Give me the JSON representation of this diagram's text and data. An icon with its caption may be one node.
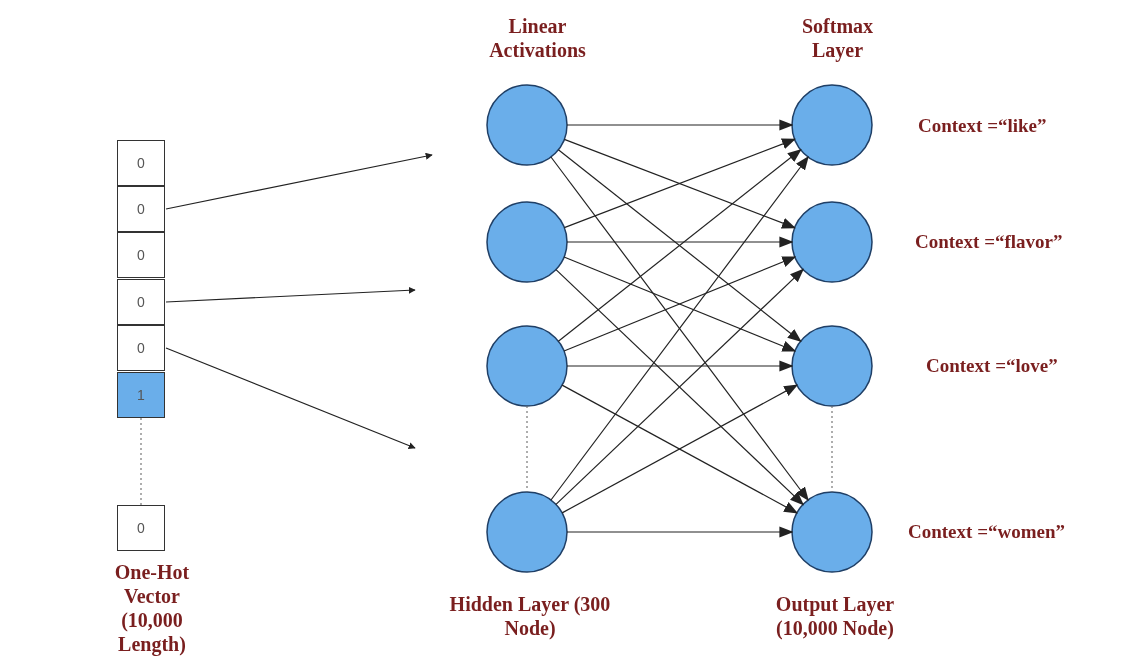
{
  "diagram": {
    "nodes": [
      {
        "text": [
          "0"
        ]
      },
      {
        "text": [
          "0"
        ]
      },
      {
        "text": [
          "0"
        ]
      },
      {
        "text": [
          "0"
        ]
      },
      {
        "text": [
          "0"
        ]
      },
      {
        "text": [
          "1"
        ]
      },
      {
        "text": [
          "0"
        ]
      },
      {
        "text": [],
        "shape": "circle"
      },
      {
        "text": [],
        "shape": "circle"
      },
      {
        "text": [],
        "shape": "circle"
      },
      {
        "text": [],
        "shape": "circle"
      },
      {
        "text": [],
        "shape": "circle",
        "beside": [
          "Context =“like”"
        ]
      },
      {
        "text": [],
        "shape": "circle",
        "beside": [
          "Context =“flavor”"
        ]
      },
      {
        "text": [],
        "shape": "circle",
        "beside": [
          "Context =“love”"
        ]
      },
      {
        "text": [],
        "shape": "circle",
        "beside": [
          "Context =“women”"
        ]
      }
    ],
    "edges": [
      {
        "from": 1,
        "to": null,
        "arrow": "to"
      },
      {
        "from": 3,
        "to": null,
        "arrow": "to"
      },
      {
        "from": 4,
        "to": null,
        "arrow": "to"
      },
      {
        "from": 7,
        "to": 11,
        "arrow": "to"
      },
      {
        "from": 7,
        "to": 12,
        "arrow": "to"
      },
      {
        "from": 7,
        "to": 13,
        "arrow": "to"
      },
      {
        "from": 7,
        "to": 14,
        "arrow": "to"
      },
      {
        "from": 8,
        "to": 11,
        "arrow": "to"
      },
      {
        "from": 8,
        "to": 12,
        "arrow": "to"
      },
      {
        "from": 8,
        "to": 13,
        "arrow": "to"
      },
      {
        "from": 8,
        "to": 14,
        "arrow": "to"
      },
      {
        "from": 9,
        "to": 11,
        "arrow": "to"
      },
      {
        "from": 9,
        "to": 12,
        "arrow": "to"
      },
      {
        "from": 9,
        "to": 13,
        "arrow": "to"
      },
      {
        "from": 9,
        "to": 14,
        "arrow": "to"
      },
      {
        "from": 10,
        "to": 11,
        "arrow": "to"
      },
      {
        "from": 10,
        "to": 12,
        "arrow": "to"
      },
      {
        "from": 10,
        "to": 13,
        "arrow": "to"
      },
      {
        "from": 10,
        "to": 14,
        "arrow": "to"
      },
      {
        "from": 5,
        "to": 6,
        "arrow": "none",
        "style": "dashed",
        "color": "#777777"
      },
      {
        "from": 9,
        "to": 10,
        "arrow": "none",
        "style": "dashed",
        "color": "#777777"
      },
      {
        "from": 13,
        "to": 14,
        "arrow": "none",
        "style": "dashed",
        "color": "#777777"
      }
    ],
    "labels": [
      "Linear Activations",
      "Softmax Layer",
      "One-Hot Vector (10,000 Length)",
      "Hidden Layer (300 Node)",
      "Output Layer (10,000 Node)"
    ]
  }
}
